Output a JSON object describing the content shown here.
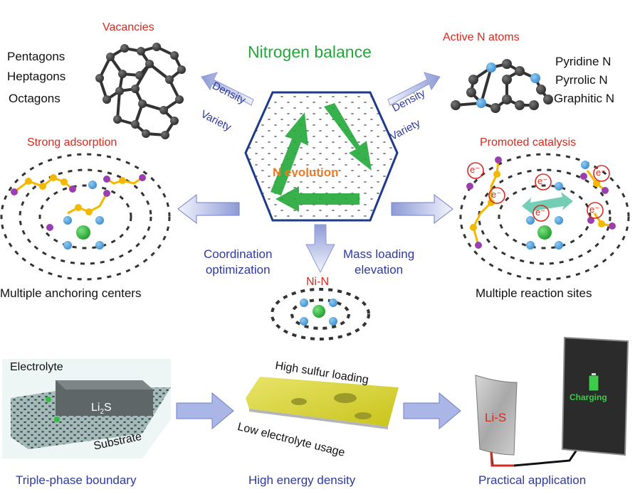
{
  "title": "Nitrogen balance",
  "center": {
    "label": "N evolution"
  },
  "top_left": {
    "heading": "Vacancies",
    "items": [
      "Pentagons",
      "Heptagons",
      "Octagons"
    ]
  },
  "top_right": {
    "heading": "Active N atoms",
    "items": [
      "Pyridine N",
      "Pyrrolic N",
      "Graphitic N"
    ]
  },
  "arrows": {
    "left_upper": {
      "top": "Density",
      "bottom": "Variety"
    },
    "right_upper": {
      "top": "Density",
      "bottom": "Variety"
    }
  },
  "mid_left": {
    "heading": "Strong adsorption",
    "caption": "Multiple anchoring centers"
  },
  "mid_right": {
    "heading": "Promoted catalysis",
    "caption": "Multiple reaction sites",
    "electron": "e⁻"
  },
  "mid_center": {
    "left_label": [
      "Coordination",
      "optimization"
    ],
    "right_label": [
      "Mass loading",
      "elevation"
    ],
    "heading": "Ni-N"
  },
  "bottom_left": {
    "electrolyte": "Electrolyte",
    "product": "Li",
    "product_sub": "2",
    "product_tail": "S",
    "substrate": "Substrate",
    "caption": "Triple-phase boundary"
  },
  "bottom_center": {
    "top": "High sulfur loading",
    "bottom": "Low electrolyte usage",
    "caption": "High energy density"
  },
  "bottom_right": {
    "battery": "Li-S",
    "phone_status": "Charging",
    "caption": "Practical application"
  },
  "colors": {
    "red": "#d42a1f",
    "blue": "#2e3a9c",
    "green": "#22a83a",
    "orange": "#f07a26",
    "carbon": "#3a3a3a",
    "nitrogen": "#4aa3e0",
    "nickel": "#2fbf3f",
    "sulfur": "#f5b800",
    "lithium": "#9b3fb0"
  }
}
